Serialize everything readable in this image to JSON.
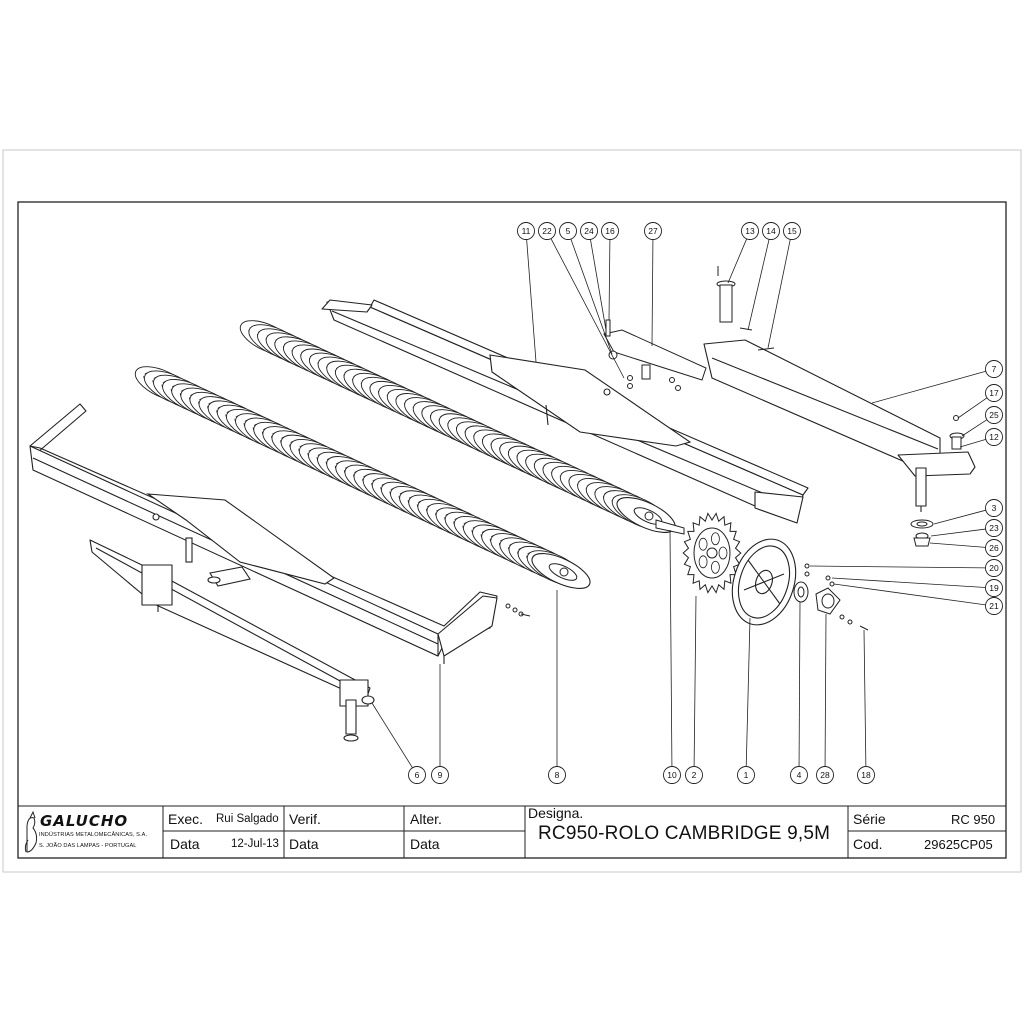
{
  "title_block": {
    "company_logo": "GALUCHO",
    "company_line1": "INDÚSTRIAS METALOMECÂNICAS, S.A.",
    "company_line2": "S. JOÃO DAS LAMPAS - PORTUGAL",
    "exec_label": "Exec.",
    "exec_value": "Rui Salgado",
    "verif_label": "Verif.",
    "alter_label": "Alter.",
    "data_label": "Data",
    "data_value": "12-Jul-13",
    "verif_data_label": "Data",
    "alter_data_label": "Data",
    "designa_label": "Designa.",
    "designa_value": "RC950-ROLO CAMBRIDGE 9,5M",
    "serie_label": "Série",
    "serie_value": "RC 950",
    "cod_label": "Cod.",
    "cod_value": "29625CP05"
  },
  "balloons": [
    {
      "id": "b11",
      "text": "11"
    },
    {
      "id": "b22",
      "text": "22"
    },
    {
      "id": "b5",
      "text": "5"
    },
    {
      "id": "b24",
      "text": "24"
    },
    {
      "id": "b16",
      "text": "16"
    },
    {
      "id": "b27",
      "text": "27"
    },
    {
      "id": "b13",
      "text": "13"
    },
    {
      "id": "b14",
      "text": "14"
    },
    {
      "id": "b15",
      "text": "15"
    },
    {
      "id": "b7",
      "text": "7"
    },
    {
      "id": "b17",
      "text": "17"
    },
    {
      "id": "b25",
      "text": "25"
    },
    {
      "id": "b12",
      "text": "12"
    },
    {
      "id": "b3",
      "text": "3"
    },
    {
      "id": "b23",
      "text": "23"
    },
    {
      "id": "b26",
      "text": "26"
    },
    {
      "id": "b20",
      "text": "20"
    },
    {
      "id": "b19",
      "text": "19"
    },
    {
      "id": "b21",
      "text": "21"
    },
    {
      "id": "b6",
      "text": "6"
    },
    {
      "id": "b9",
      "text": "9"
    },
    {
      "id": "b8",
      "text": "8"
    },
    {
      "id": "b10",
      "text": "10"
    },
    {
      "id": "b2",
      "text": "2"
    },
    {
      "id": "b1",
      "text": "1"
    },
    {
      "id": "b4",
      "text": "4"
    },
    {
      "id": "b28",
      "text": "28"
    },
    {
      "id": "b18",
      "text": "18"
    }
  ]
}
